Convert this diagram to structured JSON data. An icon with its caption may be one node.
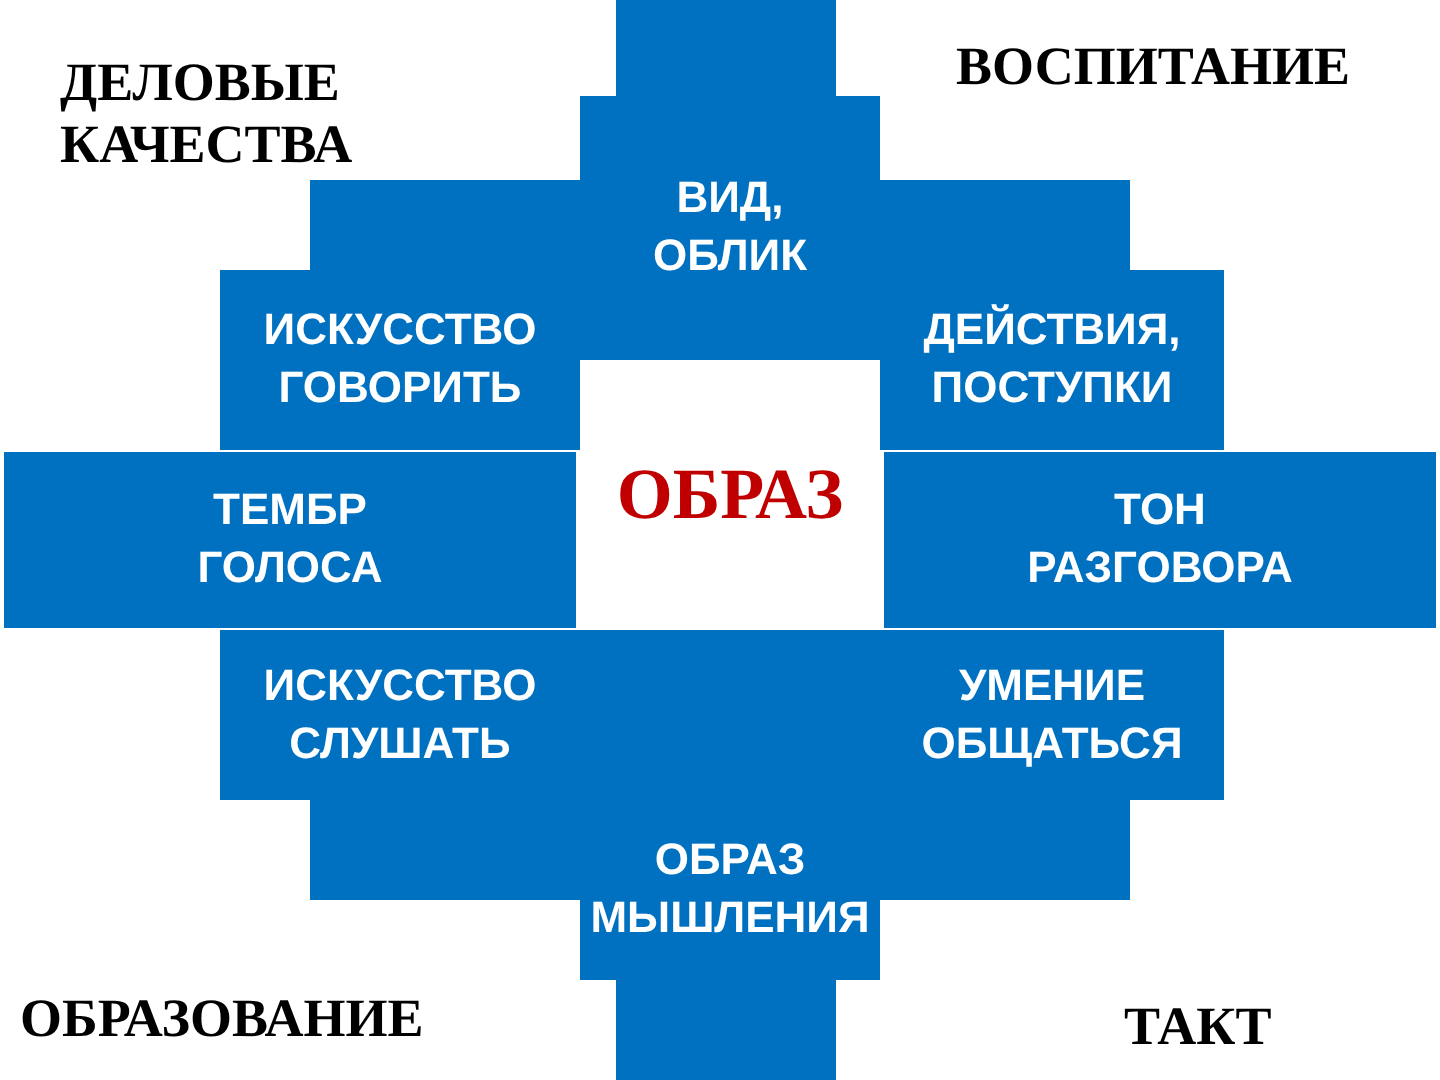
{
  "diagram": {
    "nodes": [
      {
        "text": [
          "ВИД, ОБЛИК"
        ]
      },
      {
        "text": [
          "ИСКУССТВО ГОВОРИТЬ"
        ]
      },
      {
        "text": [
          "ДЕЙСТВИЯ, ПОСТУПКИ"
        ]
      },
      {
        "text": [
          "ТЕМБР ГОЛОСА"
        ]
      },
      {
        "text": [
          "ОБРАЗ"
        ]
      },
      {
        "text": [
          "ТОН РАЗГОВОРА"
        ]
      },
      {
        "text": [
          "ИСКУССТВО СЛУШАТЬ"
        ]
      },
      {
        "text": [
          "УМЕНИЕ ОБЩАТЬСЯ"
        ]
      },
      {
        "text": [
          "ОБРАЗ МЫШЛЕНИЯ"
        ]
      }
    ],
    "labels": [
      "ДЕЛОВЫЕ КАЧЕСТВА",
      "ВОСПИТАНИЕ",
      "ОБРАЗОВАНИЕ",
      "ТАКТ"
    ]
  }
}
